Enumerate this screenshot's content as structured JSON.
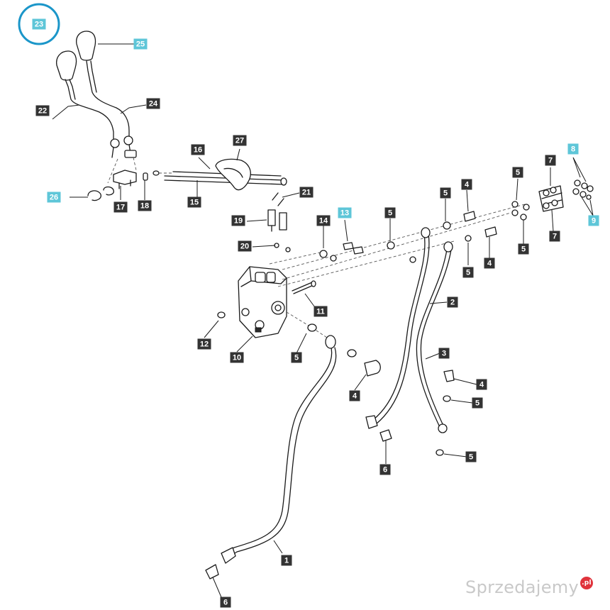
{
  "colors": {
    "tag_dark": "#333333",
    "tag_highlight": "#5ec6d8",
    "tag_text": "#ffffff",
    "circle_highlight": "#1b96c9",
    "line": "#1a1a1a"
  },
  "diagram": {
    "callouts": [
      {
        "id": "c1",
        "label": "1",
        "style": "dark"
      },
      {
        "id": "c2",
        "label": "2",
        "style": "dark"
      },
      {
        "id": "c3",
        "label": "3",
        "style": "dark"
      },
      {
        "id": "c4a",
        "label": "4",
        "style": "dark"
      },
      {
        "id": "c4b",
        "label": "4",
        "style": "dark"
      },
      {
        "id": "c4c",
        "label": "4",
        "style": "dark"
      },
      {
        "id": "c4d",
        "label": "4",
        "style": "dark"
      },
      {
        "id": "c5a",
        "label": "5",
        "style": "dark"
      },
      {
        "id": "c5b",
        "label": "5",
        "style": "dark"
      },
      {
        "id": "c5c",
        "label": "5",
        "style": "dark"
      },
      {
        "id": "c5d",
        "label": "5",
        "style": "dark"
      },
      {
        "id": "c5e",
        "label": "5",
        "style": "dark"
      },
      {
        "id": "c5f",
        "label": "5",
        "style": "dark"
      },
      {
        "id": "c5g",
        "label": "5",
        "style": "dark"
      },
      {
        "id": "c5h",
        "label": "5",
        "style": "dark"
      },
      {
        "id": "c6a",
        "label": "6",
        "style": "dark"
      },
      {
        "id": "c6b",
        "label": "6",
        "style": "dark"
      },
      {
        "id": "c7a",
        "label": "7",
        "style": "dark"
      },
      {
        "id": "c7b",
        "label": "7",
        "style": "dark"
      },
      {
        "id": "c8",
        "label": "8",
        "style": "highlight"
      },
      {
        "id": "c9",
        "label": "9",
        "style": "highlight"
      },
      {
        "id": "c10",
        "label": "10",
        "style": "dark"
      },
      {
        "id": "c11",
        "label": "11",
        "style": "dark"
      },
      {
        "id": "c12",
        "label": "12",
        "style": "dark"
      },
      {
        "id": "c13",
        "label": "13",
        "style": "highlight"
      },
      {
        "id": "c14",
        "label": "14",
        "style": "dark"
      },
      {
        "id": "c15",
        "label": "15",
        "style": "dark"
      },
      {
        "id": "c16",
        "label": "16",
        "style": "dark"
      },
      {
        "id": "c17",
        "label": "17",
        "style": "dark"
      },
      {
        "id": "c18",
        "label": "18",
        "style": "dark"
      },
      {
        "id": "c19",
        "label": "19",
        "style": "dark"
      },
      {
        "id": "c20",
        "label": "20",
        "style": "dark"
      },
      {
        "id": "c21",
        "label": "21",
        "style": "dark"
      },
      {
        "id": "c22",
        "label": "22",
        "style": "dark"
      },
      {
        "id": "c23",
        "label": "23",
        "style": "highlight",
        "circled": true
      },
      {
        "id": "c24",
        "label": "24",
        "style": "dark"
      },
      {
        "id": "c25",
        "label": "25",
        "style": "highlight"
      },
      {
        "id": "c26",
        "label": "26",
        "style": "highlight"
      },
      {
        "id": "c27",
        "label": "27",
        "style": "dark"
      }
    ]
  },
  "watermark": {
    "text": "Sprzedajemy",
    "badge": ".pl"
  }
}
